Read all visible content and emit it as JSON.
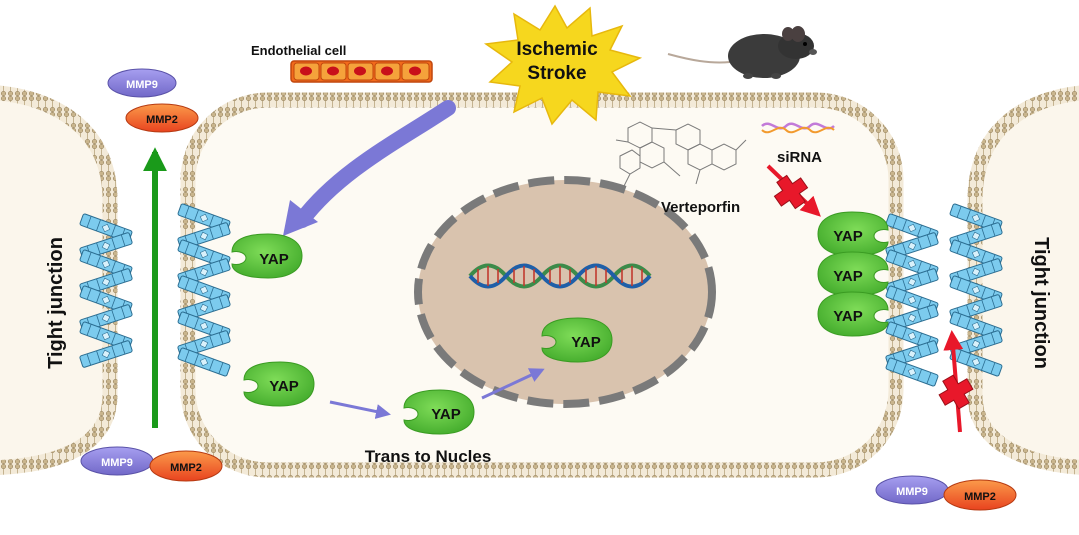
{
  "labels": {
    "endothelial_cell": "Endothelial cell",
    "ischemic_line1": "Ischemic",
    "ischemic_line2": "Stroke",
    "verteporfin": "Verteporfin",
    "sirna": "siRNA",
    "tight_junction_left": "Tight junction",
    "tight_junction_right": "Tight junction",
    "trans_to_nucles": "Trans to Nucles",
    "mmp9": "MMP9",
    "mmp2": "MMP2",
    "yap": "YAP"
  },
  "colors": {
    "yap_green": "#5cc23a",
    "mmp9_purple": "#8a80d8",
    "mmp2_orange": "#f2662a",
    "nucleus_fill": "#d9c3ae",
    "arrow_purple": "#7b78d6",
    "arrow_green": "#1a9a1a",
    "inhibit_red": "#e8182a",
    "starburst": "#f6d71e",
    "junction_blue": "#6cc3e8"
  },
  "icons": [
    "mouse-icon",
    "verteporfin-molecule-icon",
    "sirna-icon",
    "dna-helix-icon",
    "inhibition-cross-icon"
  ]
}
